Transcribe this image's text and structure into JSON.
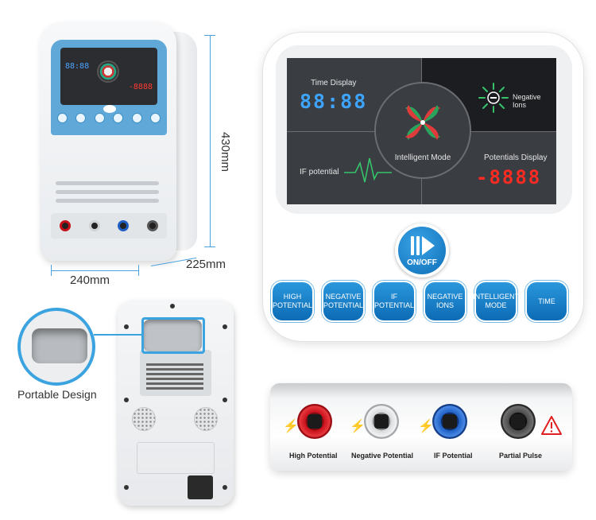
{
  "device_front": {
    "dimensions": {
      "height": "430mm",
      "width": "240mm",
      "depth": "225mm"
    },
    "mini_time": "88:88",
    "mini_potential": "-8888"
  },
  "panel": {
    "screen": {
      "time_display_label": "Time Display",
      "time_digits": "88:88",
      "negative_ions_label": "Negative Ions",
      "intelligent_mode_label": "Intelligent Mode",
      "if_potential_label": "IF potential",
      "potentials_display_label": "Potentials Display",
      "potential_digits": "-8888"
    },
    "onoff_label": "ON/OFF",
    "buttons": [
      {
        "label": "HIGH POTENTIAL"
      },
      {
        "label": "NEGATIVE POTENTIAL"
      },
      {
        "label": "IF POTENTIAL"
      },
      {
        "label": "NEGATIVE IONS"
      },
      {
        "label": "INTELLIGENT MODE"
      },
      {
        "label": "TIME"
      }
    ]
  },
  "back": {
    "portable_label": "Portable Design"
  },
  "ports": [
    {
      "label": "High Potential",
      "color": "#c8101b"
    },
    {
      "label": "Negative Potential",
      "color": "#d7d9db"
    },
    {
      "label": "IF Potential",
      "color": "#1f5fc4"
    },
    {
      "label": "Partial Pulse",
      "color": "#4a4a4a"
    }
  ],
  "colors": {
    "accent": "#2a97dc",
    "time_digits": "#3da4ff",
    "potential_digits": "#ff2b22",
    "warning": "#e02020"
  }
}
